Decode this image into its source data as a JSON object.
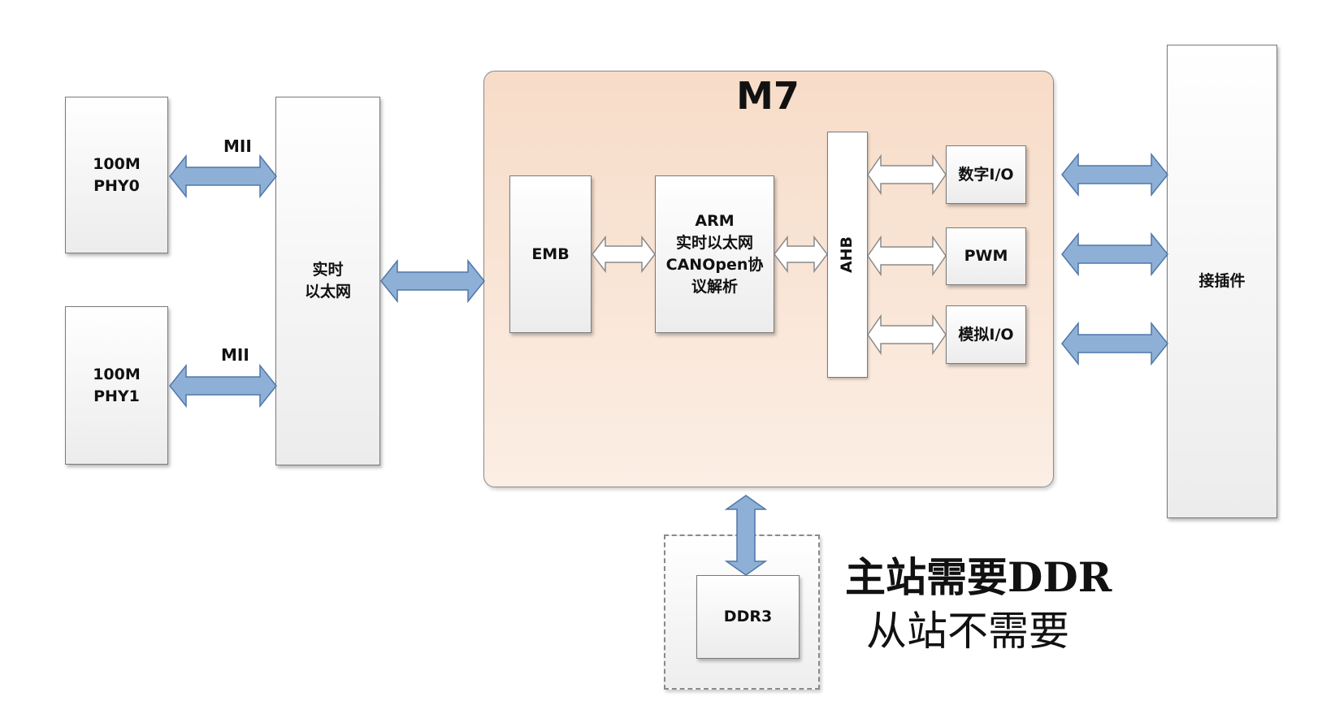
{
  "diagram": {
    "m7_title": "M7",
    "phy0": "100M\nPHY0",
    "phy1": "100M\nPHY1",
    "mii_top": "MII",
    "mii_bottom": "MII",
    "ethernet": "实时\n以太网",
    "emb": "EMB",
    "arm": "ARM\n实时以太网\nCANOpen协\n议解析",
    "ahb": "AHB",
    "digital_io": "数字I/O",
    "pwm": "PWM",
    "analog_io": "模拟I/O",
    "connector": "接插件",
    "ddr3": "DDR3",
    "note_line1": "主站需要DDR",
    "note_line2": "从站不需要"
  },
  "colors": {
    "m7_fill": "#f7dcc8",
    "bus_arrow": "#8fb0d6",
    "bus_arrow_stroke": "#4f77a8",
    "internal_arrow": "#ffffff"
  }
}
